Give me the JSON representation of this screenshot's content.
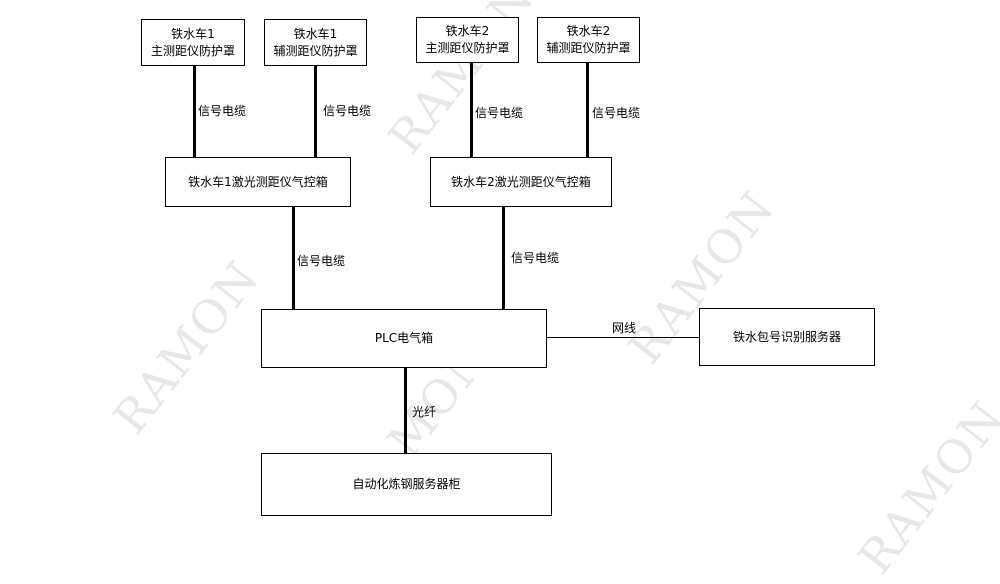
{
  "boxes": {
    "car1_main": {
      "line1": "铁水车1",
      "line2": "主测距仪防护罩"
    },
    "car1_aux": {
      "line1": "铁水车1",
      "line2": "辅测距仪防护罩"
    },
    "car2_main": {
      "line1": "铁水车2",
      "line2": "主测距仪防护罩"
    },
    "car2_aux": {
      "line1": "铁水车2",
      "line2": "辅测距仪防护罩"
    },
    "car1_ctrl": "铁水车1激光测距仪气控箱",
    "car2_ctrl": "铁水车2激光测距仪气控箱",
    "plc": "PLC电气箱",
    "ladle_server": "铁水包号识别服务器",
    "steel_cabinet": "自动化炼钢服务器柜"
  },
  "links": {
    "signal_cable": "信号电缆",
    "network_cable": "网线",
    "fiber": "光纤"
  },
  "watermark": "RAMON"
}
